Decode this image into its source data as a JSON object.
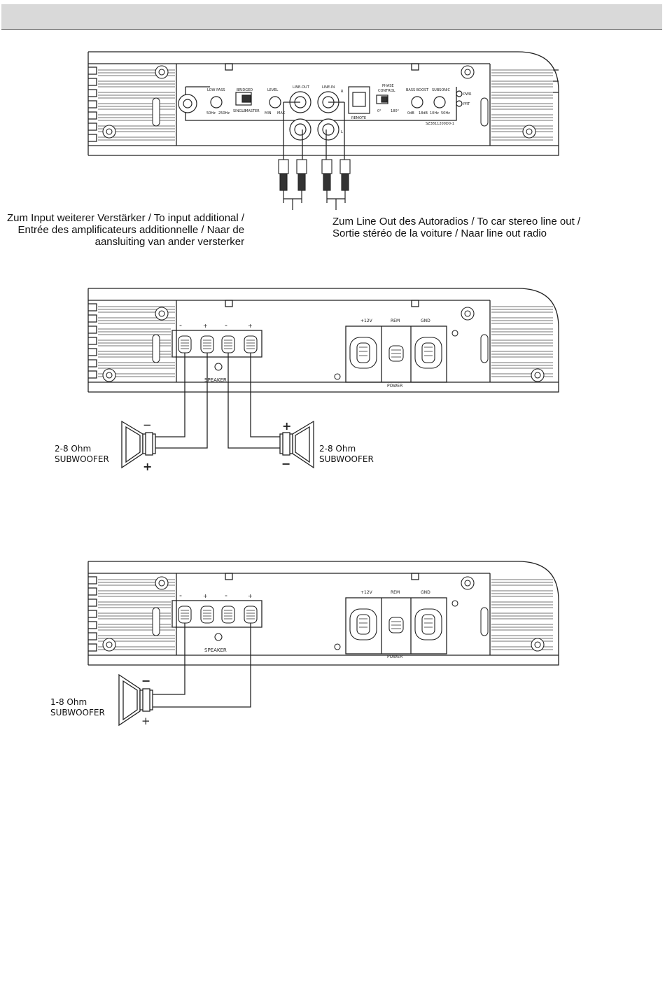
{
  "diagram1": {
    "panel": {
      "low_pass": "LOW PASS",
      "low_pass_min": "50Hz",
      "low_pass_max": "250Hz",
      "bridged": "BRIDGED",
      "bridged_single": "SINGLE",
      "bridged_master": "MASTER",
      "level": "LEVEL",
      "level_min": "MIN",
      "level_max": "MAX",
      "line_out": "LINE-OUT",
      "line_in": "LINE-IN",
      "line_in_r": "R",
      "line_in_l": "L",
      "remote": "REMOTE",
      "phase_control": "PHASE",
      "phase_control_2": "CONTROL",
      "phase_0": "0°",
      "phase_180": "180°",
      "bass_boost": "BASS BOOST",
      "bass_boost_min": "0dB",
      "bass_boost_max": "18dB",
      "subsonic": "SUBSONIC",
      "subsonic_min": "10Hz",
      "subsonic_max": "50Hz",
      "pwr": "PWR",
      "prt": "PRT",
      "model": "SZ3811200D0-1"
    },
    "caption_left": [
      "Zum Input weiterer Verstärker / To input additional /",
      "Entrée des amplificateurs additionnelle / Naar de",
      "aansluiting van ander versterker"
    ],
    "caption_right": [
      "Zum Line Out des Autoradios / To car stereo line out /",
      "Sortie stéréo de la voiture / Naar line out radio"
    ]
  },
  "diagram2": {
    "speaker_label": "SPEAKER",
    "power_label": "POWER",
    "plus12v": "+12V",
    "rem": "REM",
    "gnd": "GND",
    "terminal_signs": [
      "-",
      "+",
      "-",
      "+"
    ],
    "woofer_left": {
      "impedance": "2-8 Ohm",
      "label": "SUBWOOFER",
      "top_sign": "−",
      "bottom_sign": "+"
    },
    "woofer_right": {
      "impedance": "2-8 Ohm",
      "label": "SUBWOOFER",
      "top_sign": "+",
      "bottom_sign": "−"
    }
  },
  "diagram3": {
    "speaker_label": "SPEAKER",
    "power_label": "POWER",
    "plus12v": "+12V",
    "rem": "REM",
    "gnd": "GND",
    "terminal_signs": [
      "-",
      "+",
      "-",
      "+"
    ],
    "woofer": {
      "impedance": "1-8 Ohm",
      "label": "SUBWOOFER",
      "top_sign": "−",
      "bottom_sign": "+"
    }
  }
}
